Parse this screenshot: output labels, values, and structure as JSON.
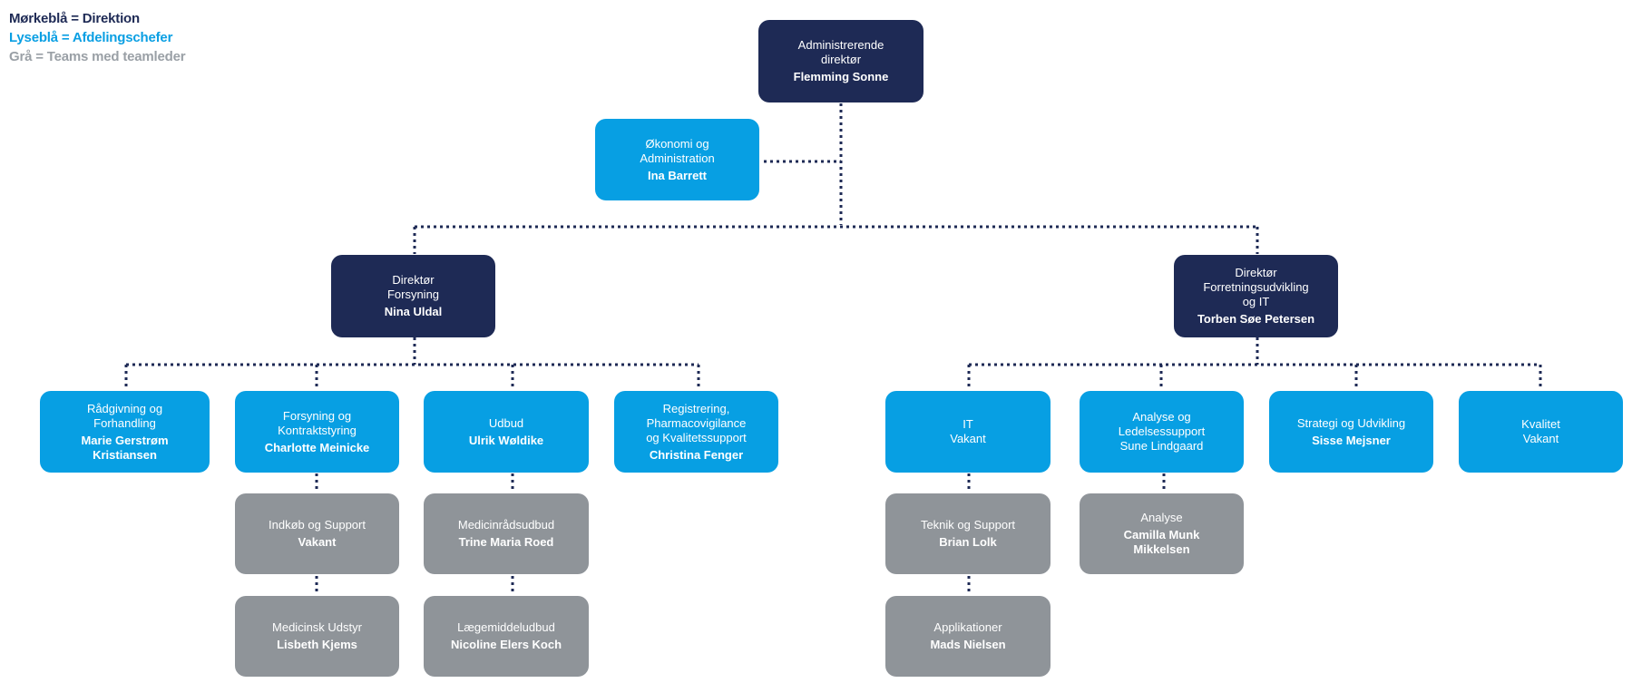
{
  "legend": {
    "dark": "Mørkeblå = Direktion",
    "light": "Lyseblå = Afdelingschefer",
    "grey": "Grå = Teams med teamleder"
  },
  "colors": {
    "dark": "#1e2a55",
    "light": "#079fe3",
    "grey": "#8f9499",
    "connector": "#1e2a55"
  },
  "boxes": {
    "ceo": {
      "title": "Administrerende\ndirektør",
      "person": "Flemming Sonne"
    },
    "okonomi": {
      "title": "Økonomi og\nAdministration",
      "person": "Ina Barrett"
    },
    "dir_forsyning": {
      "title": "Direktør\nForsyning",
      "person": "Nina Uldal"
    },
    "dir_forretning": {
      "title": "Direktør\nForretningsudvikling\nog IT",
      "person": "Torben Søe Petersen"
    },
    "raadgivning": {
      "title": "Rådgivning og\nForhandling",
      "person": "Marie Gerstrøm\nKristiansen"
    },
    "forsyning_kontrakt": {
      "title": "Forsyning og\nKontraktstyring",
      "person": "Charlotte Meinicke"
    },
    "udbud": {
      "title": "Udbud",
      "person": "Ulrik Wøldike"
    },
    "registrering": {
      "title": "Registrering,\nPharmacovigilance\nog Kvalitetssupport",
      "person": "Christina Fenger"
    },
    "it": {
      "title": "IT\nVakant",
      "person": ""
    },
    "analyse_ledelse": {
      "title": "Analyse og\nLedelsessupport\nSune Lindgaard",
      "person": ""
    },
    "strategi": {
      "title": "Strategi og Udvikling",
      "person": "Sisse Mejsner"
    },
    "kvalitet": {
      "title": "Kvalitet\nVakant",
      "person": ""
    },
    "indkob": {
      "title": "Indkøb og Support",
      "person": "Vakant"
    },
    "medicinsk": {
      "title": "Medicinsk Udstyr",
      "person": "Lisbeth Kjems"
    },
    "medicinraad": {
      "title": "Medicinrådsudbud",
      "person": "Trine Maria Roed"
    },
    "laegemiddel": {
      "title": "Lægemiddeludbud",
      "person": "Nicoline Elers Koch"
    },
    "teknik": {
      "title": "Teknik og Support",
      "person": "Brian Lolk"
    },
    "applikationer": {
      "title": "Applikationer",
      "person": "Mads Nielsen"
    },
    "analyse": {
      "title": "Analyse",
      "person": "Camilla Munk\nMikkelsen"
    }
  }
}
